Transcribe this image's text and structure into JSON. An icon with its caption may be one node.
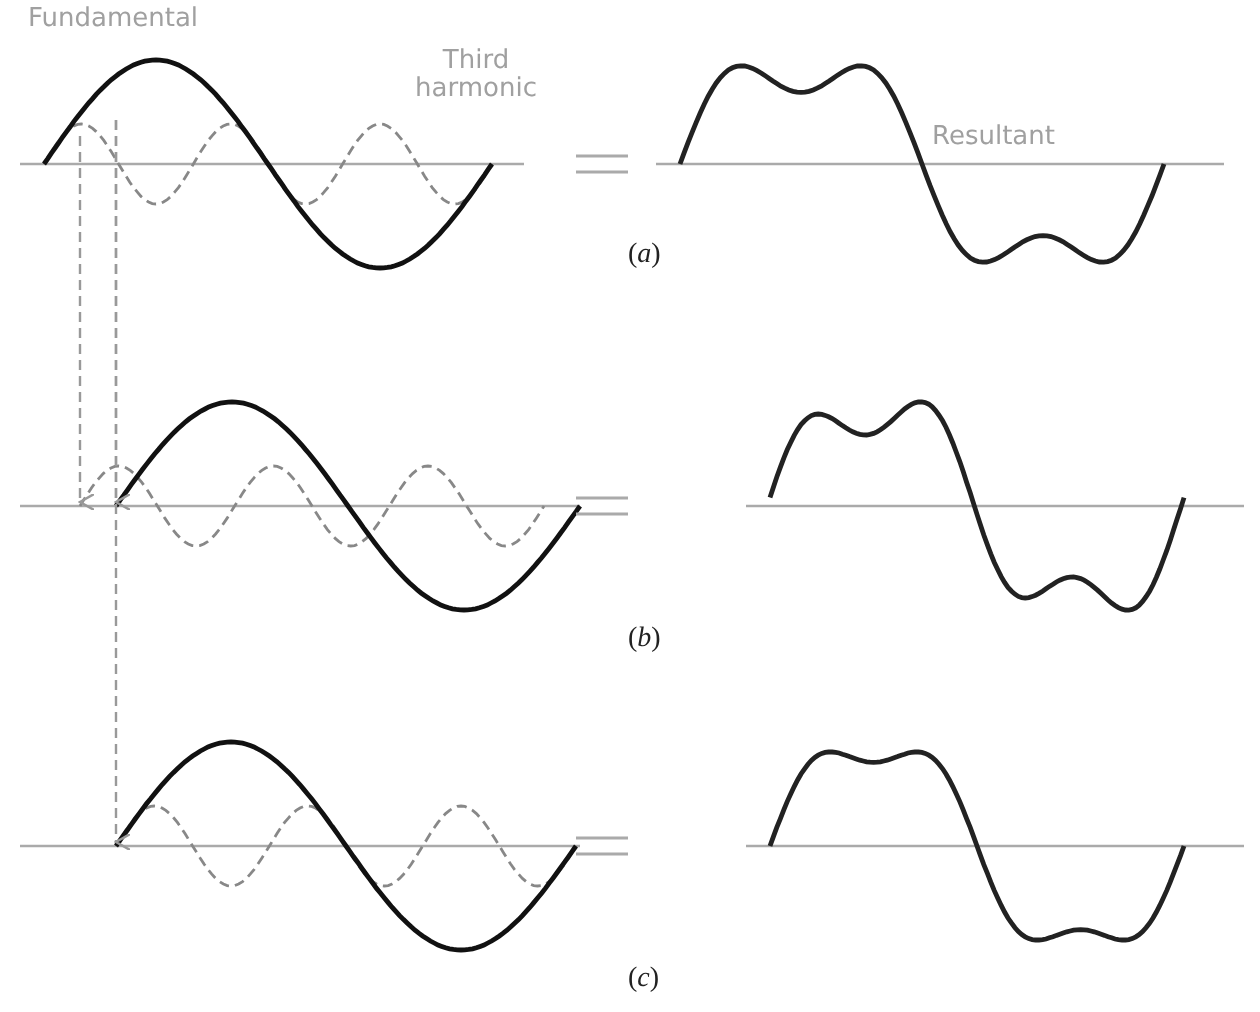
{
  "diagram": {
    "labels": [
      "Fundamental",
      "Third harmonic",
      "Resultant",
      "(*a*)",
      "(*b*)",
      "(*c*)"
    ]
  }
}
